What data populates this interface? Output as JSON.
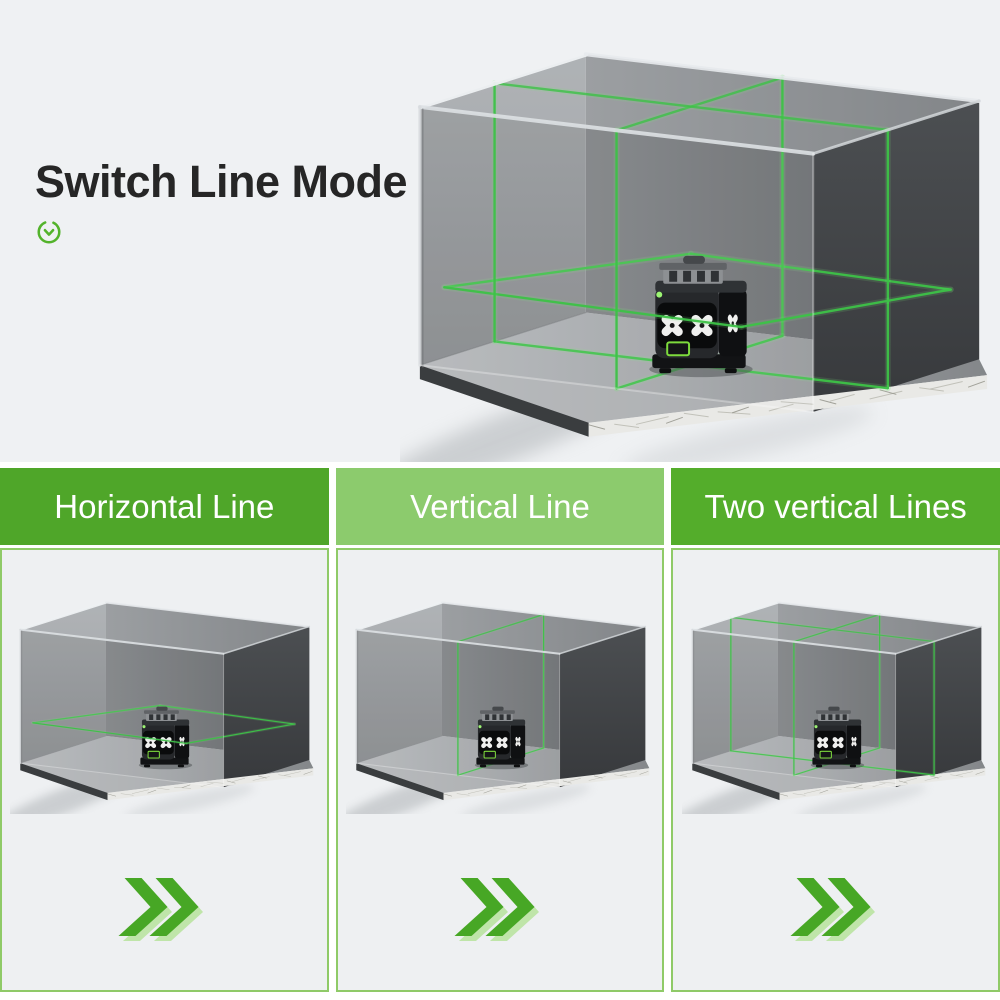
{
  "title": "Switch Line Mode",
  "hero_icon": "switch-cycle-icon",
  "columns": [
    {
      "label": "Horizontal Line",
      "header_color": "#4fa629",
      "mode": "horizontal"
    },
    {
      "label": "Vertical Line",
      "header_color": "#8ccb6d",
      "mode": "vertical"
    },
    {
      "label": "Two vertical Lines",
      "header_color": "#54ad2b",
      "mode": "two-vertical"
    }
  ],
  "colors": {
    "laser_green": "#3dc247",
    "laser_glow": "#7be87b",
    "panel_bg": "#eef0f2",
    "panel_border": "#8fca68",
    "hero_bg": "#eff1f3",
    "chevron_green": "#47a725",
    "chevron_light": "#bce4a4",
    "title_color": "#262626",
    "header_text": "#ffffff",
    "icon_green": "#53b32b"
  }
}
